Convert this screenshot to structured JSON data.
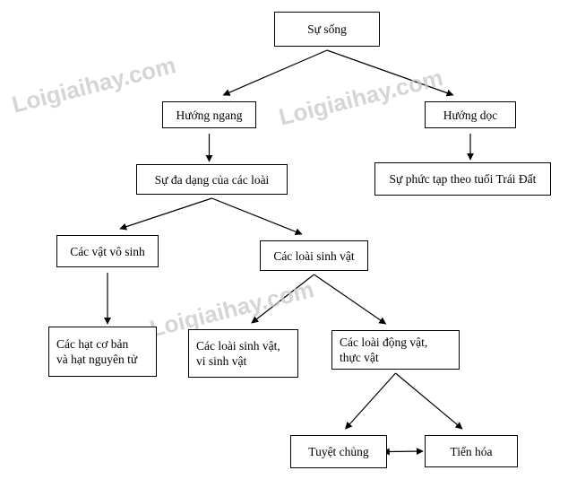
{
  "diagram": {
    "watermarks": [
      "Loigiaihay.com",
      "Loigiaihay.com",
      "Loigiaihay.com"
    ],
    "nodes": {
      "su_song": {
        "lines": [
          "Sự sống"
        ]
      },
      "huong_ngang": {
        "lines": [
          "Hướng ngang"
        ]
      },
      "huong_doc": {
        "lines": [
          "Hướng dọc"
        ]
      },
      "da_dang": {
        "lines": [
          "Sự đa dạng của các loài"
        ]
      },
      "phuc_tap": {
        "lines": [
          "Sự phức tạp theo tuổi Trái Đất"
        ]
      },
      "vat_vo_sinh": {
        "lines": [
          "Các vật vô sinh"
        ]
      },
      "loai_sinh_vat": {
        "lines": [
          "Các loài sinh vật"
        ]
      },
      "hat_co_ban": {
        "lines": [
          "Các hạt cơ bản",
          "và hạt nguyên tử"
        ]
      },
      "vi_sinh_vat": {
        "lines": [
          "Các loài sinh vật,",
          "vi sinh vật"
        ]
      },
      "dong_thuc_vat": {
        "lines": [
          "Các loài động vật,",
          "thực vật"
        ]
      },
      "tuyet_chung": {
        "lines": [
          "Tuyệt chủng"
        ]
      },
      "tien_hoa": {
        "lines": [
          "Tiến hóa"
        ]
      }
    },
    "edges": [
      {
        "from": "su_song",
        "to": "huong_ngang",
        "style": "one-way"
      },
      {
        "from": "su_song",
        "to": "huong_doc",
        "style": "one-way"
      },
      {
        "from": "huong_ngang",
        "to": "da_dang",
        "style": "one-way"
      },
      {
        "from": "huong_doc",
        "to": "phuc_tap",
        "style": "one-way"
      },
      {
        "from": "da_dang",
        "to": "vat_vo_sinh",
        "style": "one-way"
      },
      {
        "from": "da_dang",
        "to": "loai_sinh_vat",
        "style": "one-way"
      },
      {
        "from": "vat_vo_sinh",
        "to": "hat_co_ban",
        "style": "one-way"
      },
      {
        "from": "loai_sinh_vat",
        "to": "vi_sinh_vat",
        "style": "one-way"
      },
      {
        "from": "loai_sinh_vat",
        "to": "dong_thuc_vat",
        "style": "one-way"
      },
      {
        "from": "dong_thuc_vat",
        "to": "tuyet_chung",
        "style": "one-way"
      },
      {
        "from": "dong_thuc_vat",
        "to": "tien_hoa",
        "style": "one-way"
      },
      {
        "from": "tuyet_chung",
        "to": "tien_hoa",
        "style": "two-way"
      }
    ],
    "colors": {
      "line": "#000000",
      "box_border": "#000000",
      "box_fill": "#ffffff",
      "text": "#000000",
      "watermark": "#c8c8c8"
    }
  }
}
